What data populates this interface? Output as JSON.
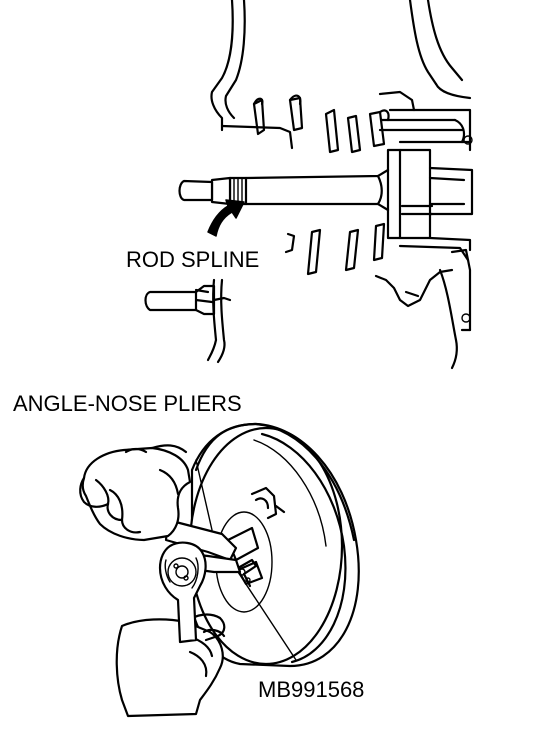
{
  "labels": {
    "rod_spline": "ROD SPLINE",
    "angle_nose_pliers": "ANGLE-NOSE PLIERS",
    "tool_number": "MB991568"
  },
  "colors": {
    "ink": "#000000",
    "paper": "#ffffff"
  }
}
